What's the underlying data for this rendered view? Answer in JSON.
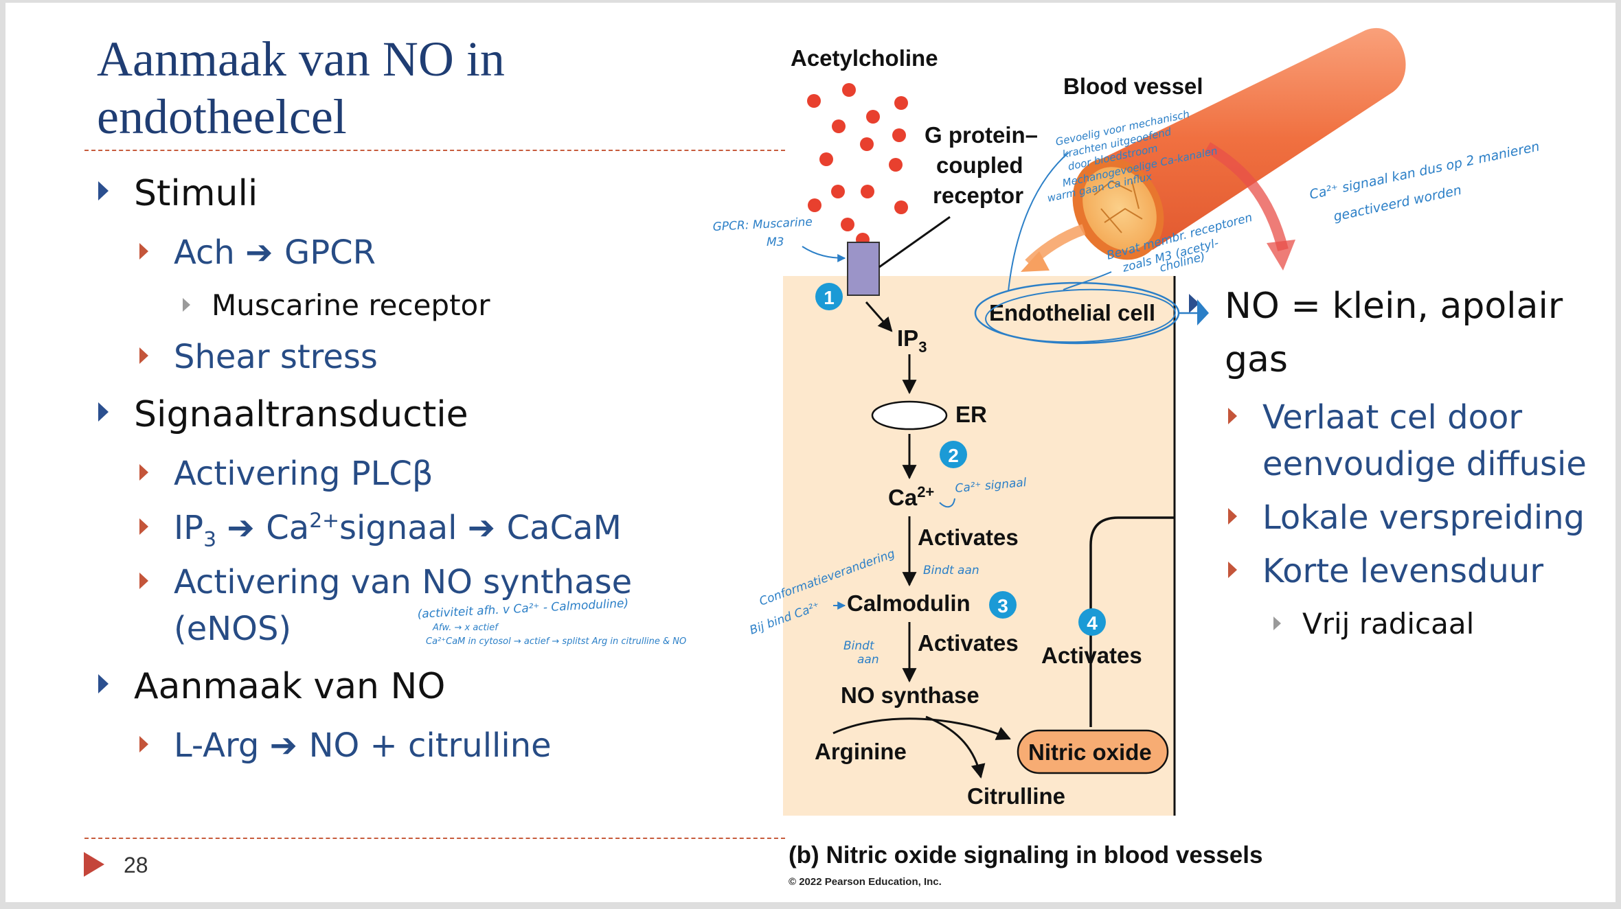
{
  "slide": {
    "title_line1": "Aanmaak van NO in",
    "title_line2": "endotheelcel",
    "page_number": "28",
    "left_bullets": {
      "stimuli": "Stimuli",
      "ach": "Ach",
      "ach_target": "GPCR",
      "muscarine": "Muscarine receptor",
      "shear": "Shear stress",
      "signal": "Signaaltransductie",
      "plc": "Activering PLCβ",
      "ip3_prefix": "IP",
      "ip3_sub": "3",
      "ca_prefix": "Ca",
      "ca_sup": "2+",
      "ca_suffix": "signaal",
      "cacam": "CaCaM",
      "nos_line1": "Activering van NO synthase",
      "nos_line2": "(eNOS)",
      "make": "Aanmaak van NO",
      "larg": "L-Arg",
      "larg_product": "NO + citrulline"
    },
    "right_bullets": {
      "head_line1": "NO = klein, apolair",
      "head_line2": "gas",
      "diffusion_line1": "Verlaat cel door",
      "diffusion_line2": "eenvoudige diffusie",
      "local": "Lokale verspreiding",
      "short": "Korte levensduur",
      "radical": "Vrij radicaal"
    }
  },
  "figure": {
    "acetylcholine": "Acetylcholine",
    "blood_vessel": "Blood vessel",
    "gpcr_line1": "G protein–",
    "gpcr_line2": "coupled",
    "gpcr_line3": "receptor",
    "endothelial": "Endothelial cell",
    "ip3": "IP",
    "ip3_sub": "3",
    "er": "ER",
    "ca": "Ca",
    "ca_sup": "2+",
    "activates": "Activates",
    "calmodulin": "Calmodulin",
    "no_synthase": "NO synthase",
    "arginine": "Arginine",
    "nitric_oxide": "Nitric oxide",
    "citrulline": "Citrulline",
    "steps": [
      "1",
      "2",
      "3",
      "4"
    ],
    "caption_bold": "(b)",
    "caption": "Nitric oxide signaling in blood vessels",
    "copyright": "© 2022 Pearson Education, Inc."
  },
  "annotations": {
    "gpcr_note_line1": "GPCR: Muscarine",
    "gpcr_note_line2": "M3",
    "vessel_note_line1": "Gevoelig voor mechanisch",
    "vessel_note_line2": "krachten uitgeoefend",
    "vessel_note_line3": "door bloedstroom",
    "vessel_note_line4": "Mechanogevoelige Ca-kanalen",
    "vessel_note_line5": "warm gaan Ca influx",
    "membrane_note_line1": "Bevat membr. receptoren",
    "membrane_note_line2": "zoals M3 (acetyl-",
    "membrane_note_line3": "choline)",
    "signal_note_line1": "Ca²⁺ signaal kan dus op 2 manieren",
    "signal_note_line2": "geactiveerd worden",
    "ca_note": "Ca²⁺ signaal",
    "bind_note": "Bindt aan",
    "conf_note_line1": "Conformatieverandering",
    "conf_note_line2": "Bij bind Ca²⁺",
    "bind_note2_line1": "Bindt",
    "bind_note2_line2": "aan",
    "activity_note_line1": "(activiteit afh. v Ca²⁺ - Calmoduline)",
    "activity_note_line2": "Afw. → x actief",
    "activity_note_line3": "Ca²⁺CaM in cytosol → actief → splitst Arg in citrulline & NO"
  },
  "colors": {
    "title": "#1f3d73",
    "subbullet": "#274c85",
    "accent": "#c4553a",
    "cell": "#fde8cd",
    "vessel": "#f07a48",
    "acetylcholine_dot": "#e8402e",
    "step_badge": "#1b9ad6",
    "nitric_oxide_fill": "#f7ac73",
    "annotation_ink": "#2b7fc7"
  }
}
